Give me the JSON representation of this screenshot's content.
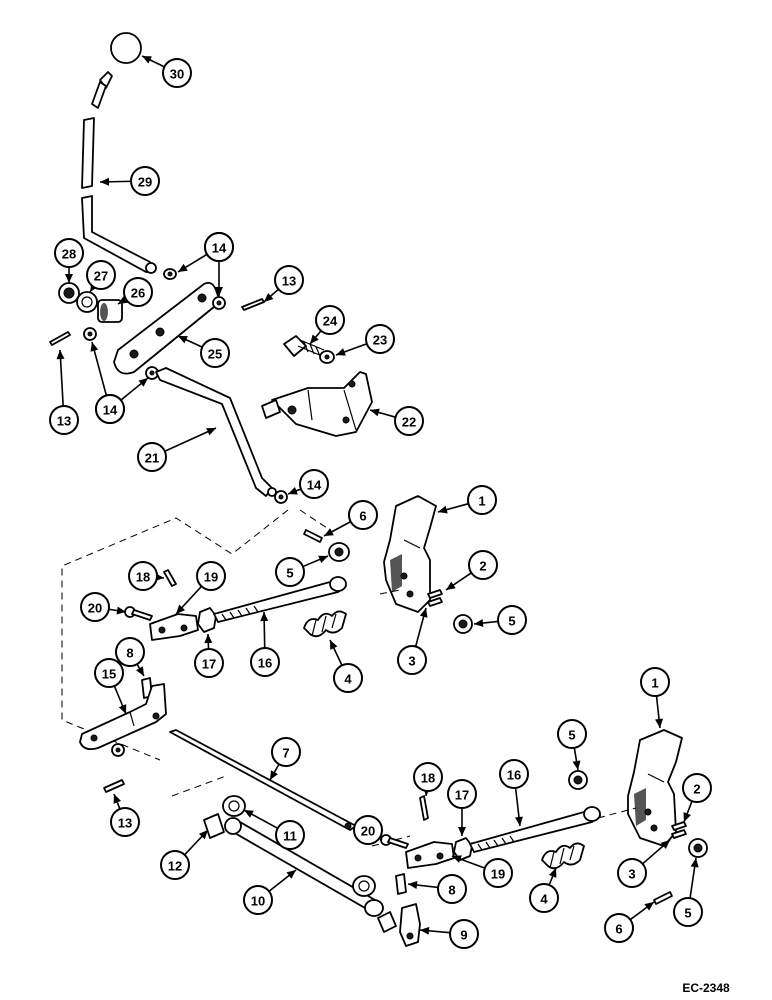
{
  "diagram_code": "EC-2348",
  "callouts": [
    {
      "id": "c30",
      "label": "30"
    },
    {
      "id": "c29",
      "label": "29"
    },
    {
      "id": "c28",
      "label": "28"
    },
    {
      "id": "c27",
      "label": "27"
    },
    {
      "id": "c26",
      "label": "26"
    },
    {
      "id": "c14a",
      "label": "14"
    },
    {
      "id": "c14b",
      "label": "14"
    },
    {
      "id": "c13a",
      "label": "13"
    },
    {
      "id": "c13b",
      "label": "13"
    },
    {
      "id": "c25",
      "label": "25"
    },
    {
      "id": "c14c",
      "label": "14"
    },
    {
      "id": "c24",
      "label": "24"
    },
    {
      "id": "c23",
      "label": "23"
    },
    {
      "id": "c22",
      "label": "22"
    },
    {
      "id": "c21",
      "label": "21"
    },
    {
      "id": "c14d",
      "label": "14"
    },
    {
      "id": "c1a",
      "label": "1"
    },
    {
      "id": "c6a",
      "label": "6"
    },
    {
      "id": "c5a",
      "label": "5"
    },
    {
      "id": "c2a",
      "label": "2"
    },
    {
      "id": "c5b",
      "label": "5"
    },
    {
      "id": "c3a",
      "label": "3"
    },
    {
      "id": "c18a",
      "label": "18"
    },
    {
      "id": "c19a",
      "label": "19"
    },
    {
      "id": "c20a",
      "label": "20"
    },
    {
      "id": "c17a",
      "label": "17"
    },
    {
      "id": "c16a",
      "label": "16"
    },
    {
      "id": "c4a",
      "label": "4"
    },
    {
      "id": "c8a",
      "label": "8"
    },
    {
      "id": "c15",
      "label": "15"
    },
    {
      "id": "c7",
      "label": "7"
    },
    {
      "id": "c14e",
      "label": "14"
    },
    {
      "id": "c13c",
      "label": "13"
    },
    {
      "id": "c11",
      "label": "11"
    },
    {
      "id": "c12",
      "label": "12"
    },
    {
      "id": "c10",
      "label": "10"
    },
    {
      "id": "c18b",
      "label": "18"
    },
    {
      "id": "c20b",
      "label": "20"
    },
    {
      "id": "c17b",
      "label": "17"
    },
    {
      "id": "c16b",
      "label": "16"
    },
    {
      "id": "c19b",
      "label": "19"
    },
    {
      "id": "c8b",
      "label": "8"
    },
    {
      "id": "c9",
      "label": "9"
    },
    {
      "id": "c4b",
      "label": "4"
    },
    {
      "id": "c1b",
      "label": "1"
    },
    {
      "id": "c5c",
      "label": "5"
    },
    {
      "id": "c2b",
      "label": "2"
    },
    {
      "id": "c3b",
      "label": "3"
    },
    {
      "id": "c5d",
      "label": "5"
    },
    {
      "id": "c6b",
      "label": "6"
    }
  ]
}
